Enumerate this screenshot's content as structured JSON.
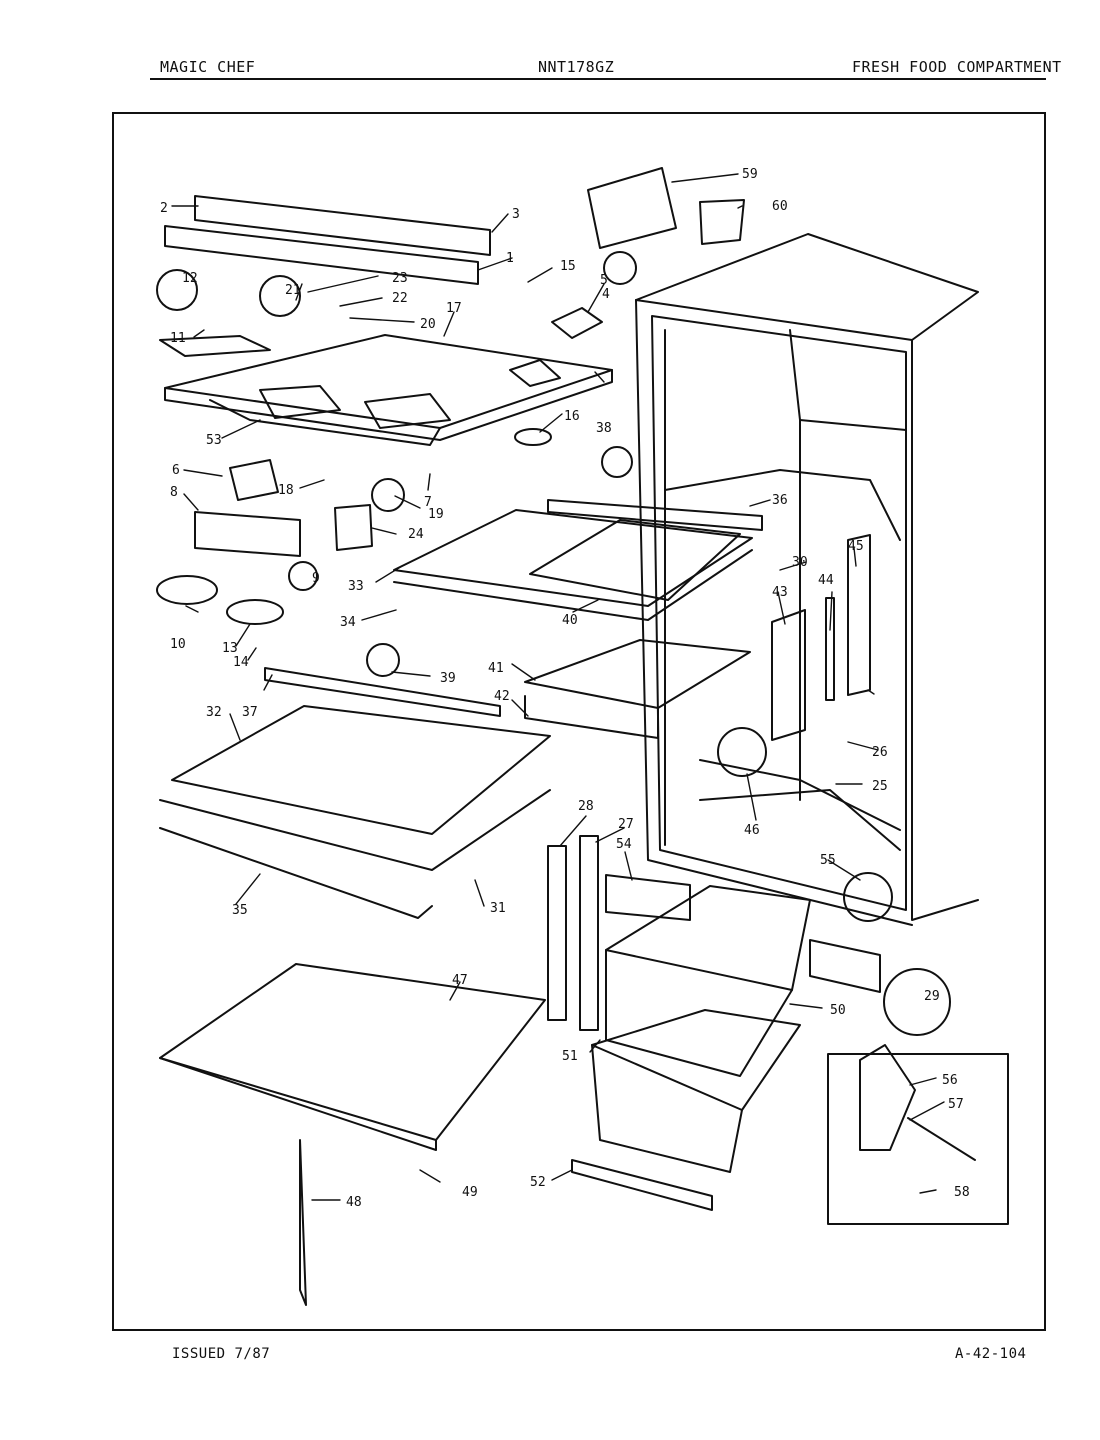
{
  "header": {
    "brand": "MAGIC CHEF",
    "model": "NNT178GZ",
    "section": "FRESH FOOD COMPARTMENT"
  },
  "footer": {
    "issued": "ISSUED 7/87",
    "doc_number": "A-42-104"
  },
  "part_numbers": [
    "1",
    "2",
    "3",
    "4",
    "5",
    "6",
    "7",
    "8",
    "9",
    "10",
    "11",
    "12",
    "13",
    "14",
    "15",
    "16",
    "17",
    "18",
    "19",
    "20",
    "21",
    "22",
    "23",
    "24",
    "25",
    "26",
    "27",
    "28",
    "29",
    "30",
    "31",
    "32",
    "33",
    "34",
    "35",
    "36",
    "37",
    "38",
    "39",
    "40",
    "41",
    "42",
    "43",
    "44",
    "45",
    "46",
    "47",
    "48",
    "49",
    "50",
    "51",
    "52",
    "53",
    "54",
    "55",
    "56",
    "57",
    "58",
    "59",
    "60"
  ]
}
